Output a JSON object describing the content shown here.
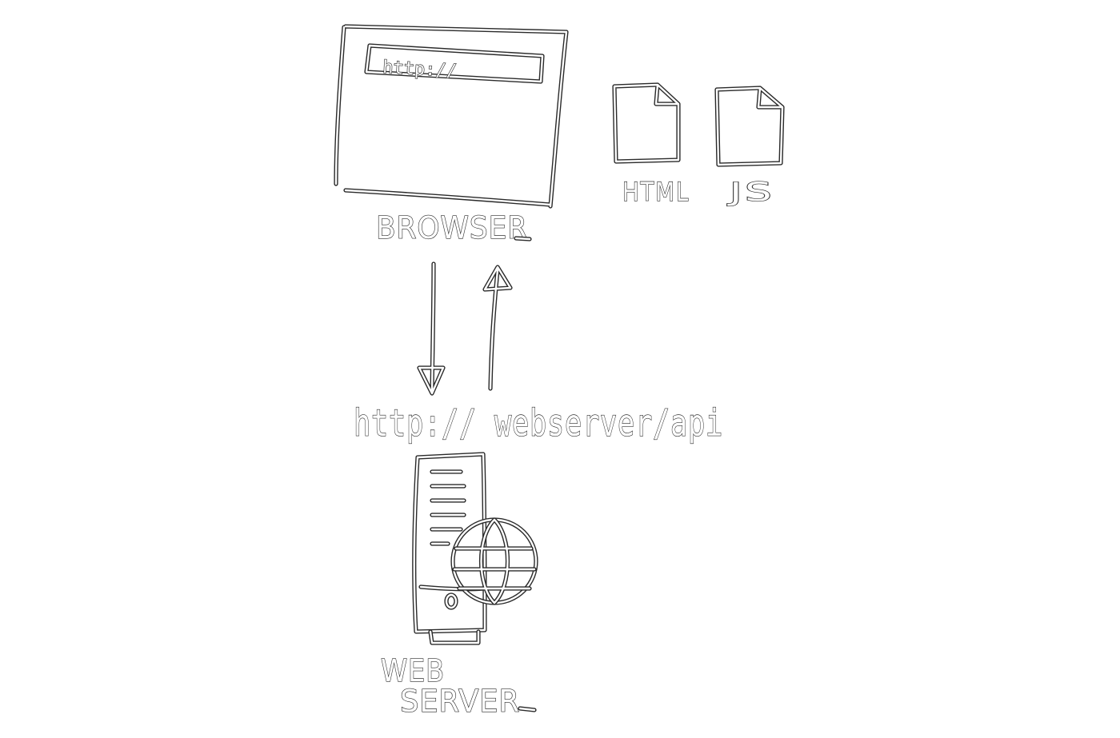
{
  "labels": {
    "address_bar": "http://",
    "browser": "BROWSER",
    "html_file": "HTML",
    "js_file": "JS",
    "api_url": "http:// webserver/api",
    "web_server_line1": "WEB",
    "web_server_line2": "SERVER"
  },
  "colors": {
    "background": "#ffffff",
    "stroke": "#2a2a2a",
    "fill": "#ffffff"
  },
  "icons": {
    "browser": "browser-window-icon",
    "html_file": "file-icon",
    "js_file": "file-icon",
    "request": "arrow-down-icon",
    "response": "arrow-up-icon",
    "server": "server-tower-icon",
    "globe": "globe-icon"
  }
}
